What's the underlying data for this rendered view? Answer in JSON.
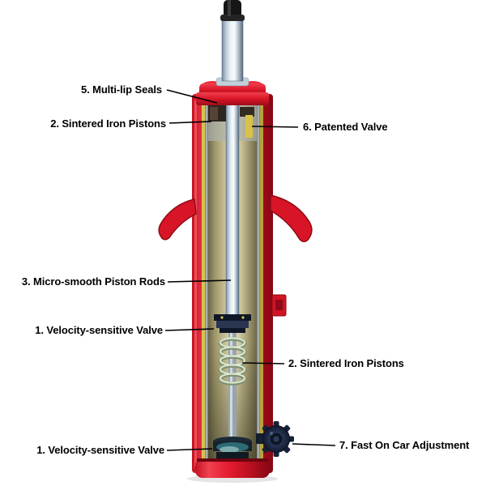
{
  "diagram": {
    "subject_labels": [
      {
        "text": "5. Multi-lip Seals",
        "side": "left"
      },
      {
        "text": "2. Sintered Iron Pistons",
        "side": "left"
      },
      {
        "text": "6. Patented Valve",
        "side": "right"
      },
      {
        "text": "3. Micro-smooth Piston Rods",
        "side": "left"
      },
      {
        "text": "1. Velocity-sensitive Valve",
        "side": "left"
      },
      {
        "text": "2. Sintered Iron Pistons",
        "side": "right"
      },
      {
        "text": "1. Velocity-sensitive Valve",
        "side": "left"
      },
      {
        "text": "7. Fast On Car Adjustment",
        "side": "right"
      }
    ],
    "colors": {
      "body_red": "#e01b2c",
      "body_red_dark": "#8f0a18",
      "rod_chrome": "#eef4f8",
      "interior_tan": "#d4cc9e",
      "seal_dark": "#2e2620",
      "valve_yellow": "#d8c24a",
      "spring_green": "#dbe7d0",
      "gear_navy": "#1b2740",
      "label_text": "#000000",
      "background": "#ffffff"
    }
  }
}
